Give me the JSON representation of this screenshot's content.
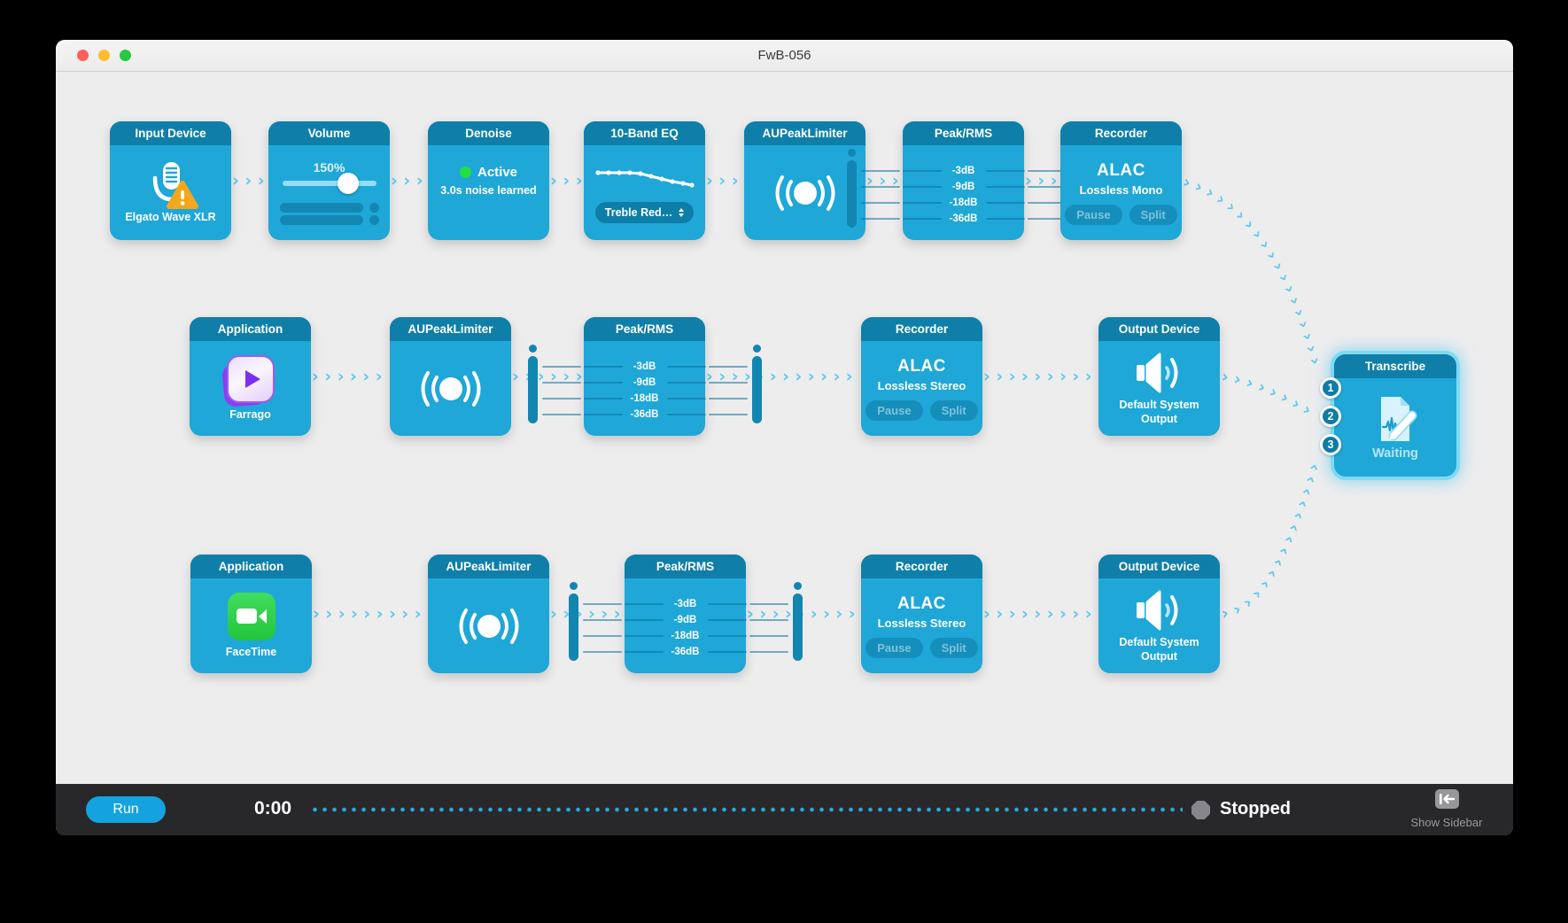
{
  "window": {
    "title": "FwB-056"
  },
  "nodes": {
    "input_device": {
      "header": "Input Device",
      "device": "Elgato Wave XLR"
    },
    "volume": {
      "header": "Volume",
      "level": "150%"
    },
    "denoise": {
      "header": "Denoise",
      "status": "Active",
      "detail": "3.0s noise learned"
    },
    "eq": {
      "header": "10-Band EQ",
      "preset": "Treble Red…"
    },
    "limiter1": {
      "header": "AUPeakLimiter"
    },
    "limiter2": {
      "header": "AUPeakLimiter"
    },
    "limiter3": {
      "header": "AUPeakLimiter"
    },
    "peak1": {
      "header": "Peak/RMS"
    },
    "peak2": {
      "header": "Peak/RMS"
    },
    "peak3": {
      "header": "Peak/RMS"
    },
    "meter_ticks": [
      "-3dB",
      "-9dB",
      "-18dB",
      "-36dB"
    ],
    "recorder1": {
      "header": "Recorder",
      "format": "ALAC",
      "mode": "Lossless Mono"
    },
    "recorder2": {
      "header": "Recorder",
      "format": "ALAC",
      "mode": "Lossless Stereo"
    },
    "recorder3": {
      "header": "Recorder",
      "format": "ALAC",
      "mode": "Lossless Stereo"
    },
    "recorder_buttons": {
      "pause": "Pause",
      "split": "Split"
    },
    "app_farrago": {
      "header": "Application",
      "app": "Farrago"
    },
    "app_facetime": {
      "header": "Application",
      "app": "FaceTime"
    },
    "output2": {
      "header": "Output Device",
      "device": "Default System Output"
    },
    "output3": {
      "header": "Output Device",
      "device": "Default System Output"
    },
    "transcribe": {
      "header": "Transcribe",
      "status": "Waiting",
      "ports": [
        "1",
        "2",
        "3"
      ]
    }
  },
  "transport": {
    "run": "Run",
    "time": "0:00",
    "status": "Stopped",
    "sidebar": "Show Sidebar"
  },
  "ui": {
    "connector_glyph": "›",
    "wire_color": "#63cae9",
    "accent": "#14a3e0",
    "node_body": "#1fa7d8",
    "node_header": "#0f7fa9"
  }
}
